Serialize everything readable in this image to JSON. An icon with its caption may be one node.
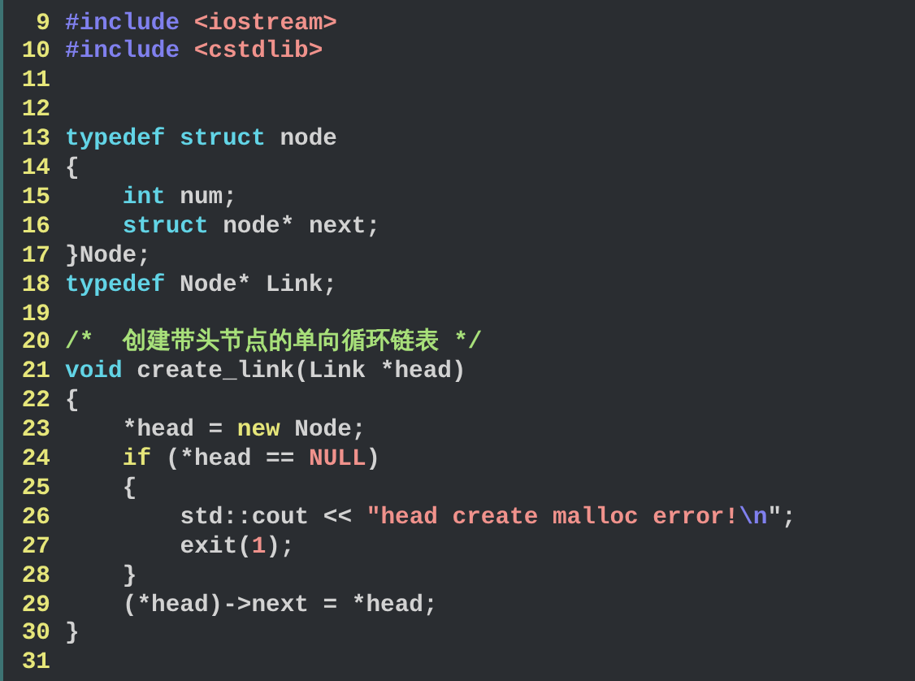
{
  "diagram": {
    "labels": [
      "9",
      "#include <iostream>",
      "10",
      "#include <cstdlib>",
      "11",
      "12",
      "13",
      "typedef struct node",
      "14",
      "{",
      "15",
      "int num;",
      "16",
      "struct node* next;",
      "17",
      "}Node;",
      "18",
      "typedef Node* Link;",
      "19",
      "20",
      "/*  创建带头节点的单向循环链表 */",
      "21",
      "void create_link(Link *head)",
      "22",
      "{",
      "23",
      "*head = new Node;",
      "24",
      "if (*head == NULL)",
      "25",
      "{",
      "26",
      "std::cout << \"head create malloc error!\\n\";",
      "27",
      "exit(1);",
      "28",
      "}",
      "29",
      "(*head)->next = *head;",
      "30",
      "}",
      "31"
    ]
  }
}
